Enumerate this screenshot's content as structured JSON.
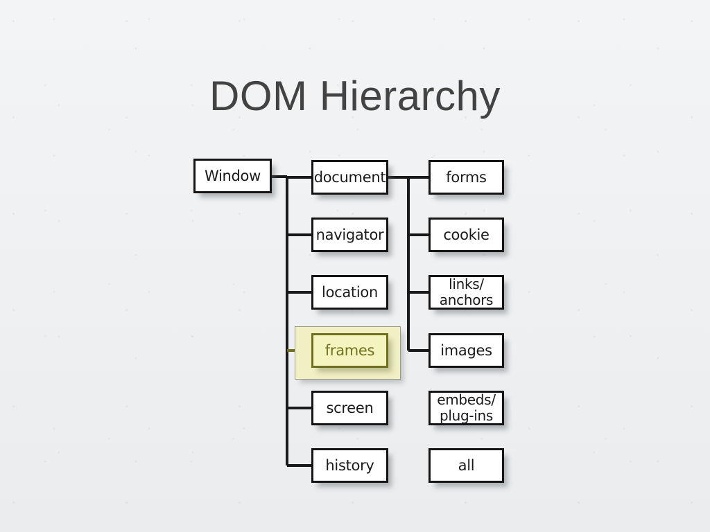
{
  "slide": {
    "title": "DOM Hierarchy",
    "background_color": "#eff1f3",
    "title_color": "#434343"
  },
  "diagram": {
    "type": "tree",
    "root": "Window",
    "box_fill": "#ffffff",
    "box_border_color": "#141414",
    "connector_color": "#1a1a1a",
    "highlight": {
      "node": "frames",
      "fill": "#f4f4c0",
      "border": "#6f6f1e",
      "text": "#72721f",
      "outer_fill": "#f0f0c4",
      "outer_border": "#9a9a86"
    },
    "nodes": {
      "root": {
        "label": "Window"
      },
      "window_children": [
        {
          "label": "document",
          "highlighted": false
        },
        {
          "label": "navigator",
          "highlighted": false
        },
        {
          "label": "location",
          "highlighted": false
        },
        {
          "label": "frames",
          "highlighted": true
        },
        {
          "label": "screen",
          "highlighted": false
        },
        {
          "label": "history",
          "highlighted": false
        }
      ],
      "document_children": [
        {
          "label": "forms",
          "connected": true
        },
        {
          "label": "cookie",
          "connected": true
        },
        {
          "label": "links/\nanchors",
          "connected": true
        },
        {
          "label": "images",
          "connected": true
        },
        {
          "label": "embeds/\nplug-ins",
          "connected": false
        },
        {
          "label": "all",
          "connected": false
        }
      ]
    }
  }
}
